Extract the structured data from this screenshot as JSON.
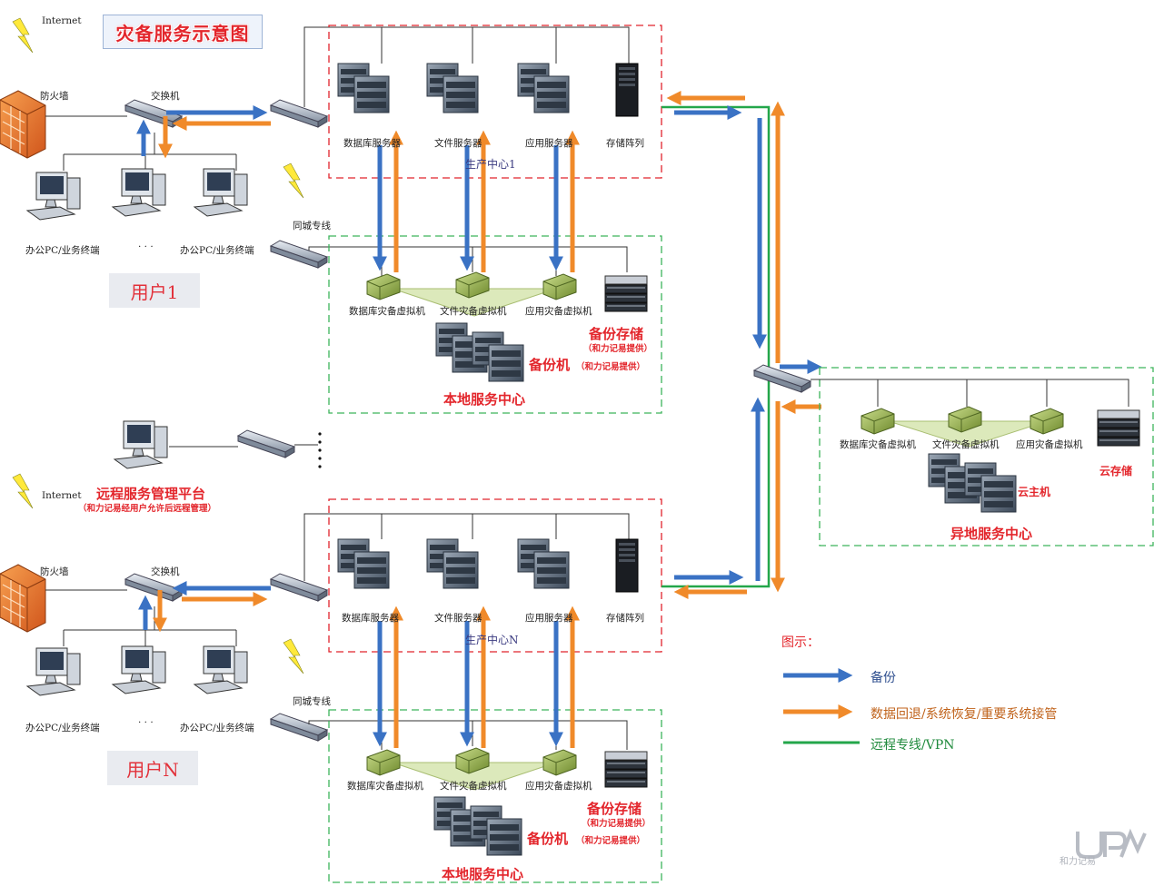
{
  "title": "灾备服务示意图",
  "internet": "Internet",
  "firewall": "防火墙",
  "switch": "交换机",
  "terminal": "办公PC/业务终端",
  "ellipsis": "· · ·",
  "city_line": "同城专线",
  "user1": "用户1",
  "userN": "用户N",
  "db_server": "数据库服务器",
  "file_server": "文件服务器",
  "app_server": "应用服务器",
  "storage_array": "存储阵列",
  "prod_center_1": "生产中心1",
  "prod_center_n": "生产中心N",
  "db_vm": "数据库灾备虚拟机",
  "file_vm": "文件灾备虚拟机",
  "app_vm": "应用灾备虚拟机",
  "backup_storage": "备份存储",
  "provided_by": "（和力记易提供）",
  "backup_machine": "备份机",
  "local_center": "本地服务中心",
  "remote_platform": "远程服务管理平台",
  "remote_platform_note": "（和力记易经用户允许后远程管理）",
  "cloud_storage": "云存储",
  "cloud_host": "云主机",
  "offsite_center": "异地服务中心",
  "legend": {
    "title": "图示：",
    "backup": "备份",
    "restore": "数据回退/系统恢复/重要系统接管",
    "vpn": "远程专线/VPN"
  },
  "logo_text": "和力记易",
  "colors": {
    "blue": "#3a72c4",
    "orange": "#f08a2a",
    "green": "#23a64a",
    "red_dash": "#e0242c",
    "green_dash": "#3cb35a"
  }
}
